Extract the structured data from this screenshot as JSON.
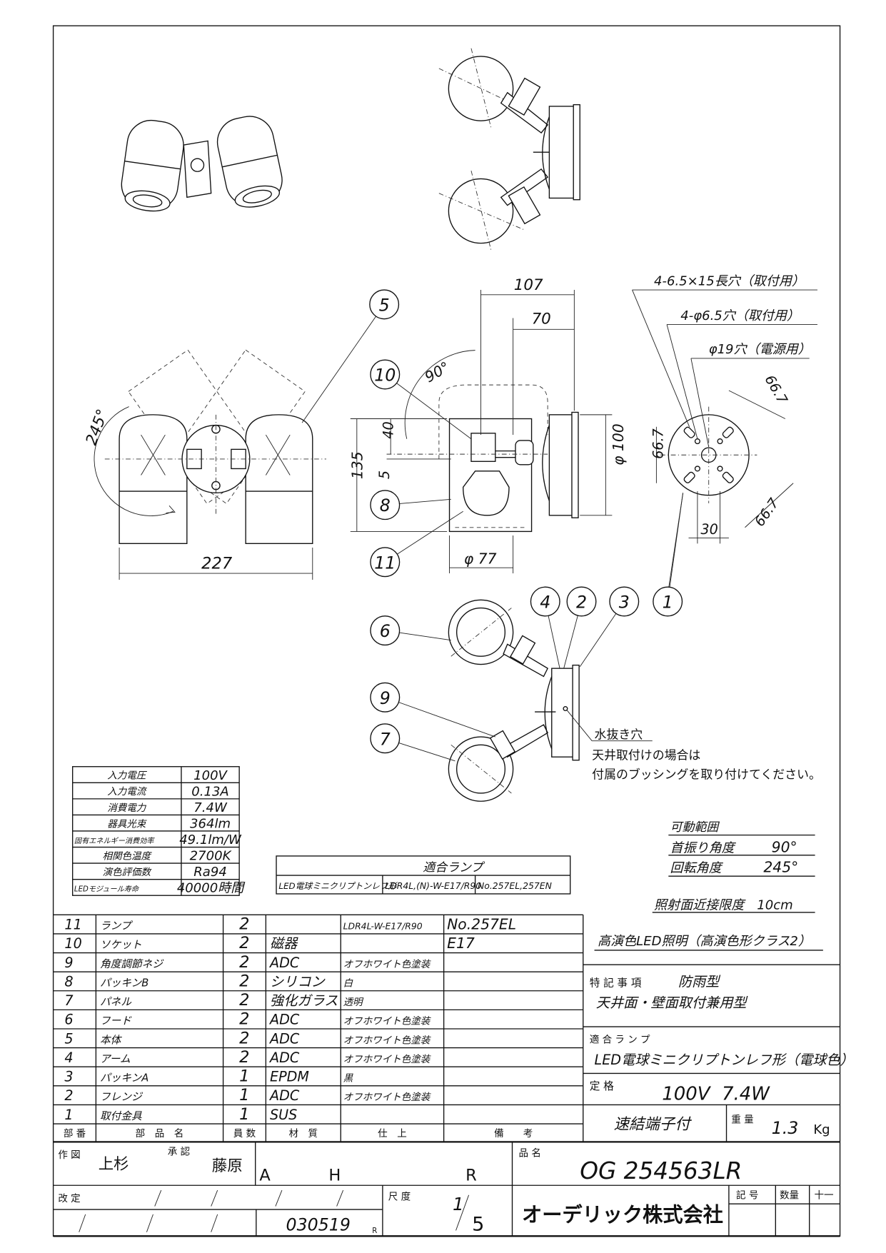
{
  "drawing": {
    "callouts": [
      "5",
      "10",
      "8",
      "11",
      "4",
      "2",
      "3",
      "1",
      "6",
      "9",
      "7"
    ],
    "dims": {
      "d107": "107",
      "d70": "70",
      "d90deg": "90°",
      "d40": "40",
      "d5": "5",
      "d135": "135",
      "d100": "φ 100",
      "d77": "φ 77",
      "d227": "227",
      "d245deg": "245°",
      "d667a": "66.7",
      "d667b": "66.7",
      "d667c": "66.7",
      "d30": "30"
    },
    "hole_notes": [
      "4-6.5×15長穴（取付用）",
      "4-φ6.5穴（取付用）",
      "φ19穴（電源用）"
    ],
    "drain_note": [
      "水抜き穴",
      "天井取付けの場合は",
      "付属のブッシングを取り付けてください。"
    ]
  },
  "spec_table": [
    [
      "入力電圧",
      "100V"
    ],
    [
      "入力電流",
      "0.13A"
    ],
    [
      "消費電力",
      "7.4W"
    ],
    [
      "器具光束",
      "364lm"
    ],
    [
      "固有エネルギー消費効率",
      "49.1lm/W"
    ],
    [
      "相関色温度",
      "2700K"
    ],
    [
      "演色評価数",
      "Ra94"
    ],
    [
      "LEDモジュール寿命",
      "40000時間"
    ]
  ],
  "lamp_table": {
    "header": "適合ランプ",
    "cells": [
      "LED電球ミニクリプトンレフ形",
      "LDR4L,(N)-W-E17/R90",
      "No.257EL,257EN"
    ]
  },
  "movement": {
    "title": "可動範囲",
    "rows": [
      [
        "首振り角度",
        "90°"
      ],
      [
        "回転角度",
        "245°"
      ]
    ]
  },
  "proximity": "照射面近接限度　10cm",
  "high_cri": "高演色LED照明（高演色形クラス2）",
  "parts": {
    "rows": [
      [
        "11",
        "ランプ",
        "2",
        "",
        "LDR4L-W-E17/R90",
        "No.257EL"
      ],
      [
        "10",
        "ソケット",
        "2",
        "磁器",
        "",
        "E17"
      ],
      [
        "9",
        "角度調節ネジ",
        "2",
        "ADC",
        "オフホワイト色塗装",
        ""
      ],
      [
        "8",
        "パッキンB",
        "2",
        "シリコン",
        "白",
        ""
      ],
      [
        "7",
        "パネル",
        "2",
        "強化ガラス",
        "透明",
        ""
      ],
      [
        "6",
        "フード",
        "2",
        "ADC",
        "オフホワイト色塗装",
        ""
      ],
      [
        "5",
        "本体",
        "2",
        "ADC",
        "オフホワイト色塗装",
        ""
      ],
      [
        "4",
        "アーム",
        "2",
        "ADC",
        "オフホワイト色塗装",
        ""
      ],
      [
        "3",
        "パッキンA",
        "1",
        "EPDM",
        "黒",
        ""
      ],
      [
        "2",
        "フレンジ",
        "1",
        "ADC",
        "オフホワイト色塗装",
        ""
      ],
      [
        "1",
        "取付金具",
        "1",
        "SUS",
        "",
        ""
      ]
    ],
    "header": [
      "部 番",
      "部　品　名",
      "員 数",
      "材　質",
      "仕　上",
      "備　　考"
    ]
  },
  "right_block": {
    "special_label": "特 記 事 項",
    "special_1": "防雨型",
    "special_2": "天井面・壁面取付兼用型",
    "lamp_label": "適 合 ラ ン プ",
    "lamp_value": "LED電球ミニクリプトンレフ形（電球色）",
    "rating_label": "定 格",
    "rating_value": "100V  7.4W",
    "terminal": "速結端子付",
    "weight_label": "重 量",
    "weight_value": "1.3",
    "weight_unit": "Kg"
  },
  "title_block": {
    "drawn_label": "作 図",
    "drawn_by": "上杉",
    "approved_label": "承 認",
    "approved_by": "藤原",
    "codes": [
      "A",
      "H",
      "R"
    ],
    "product_label": "品 名",
    "product": "OG 254563LR",
    "revision_label": "改 定",
    "scale_label": "尺 度",
    "scale_num": "1",
    "scale_den": "5",
    "company": "オーデリック株式会社",
    "mark_label": "記 号",
    "qty_label": "数量",
    "plusminus": "十一",
    "date": "030519",
    "date_suffix": "R"
  }
}
